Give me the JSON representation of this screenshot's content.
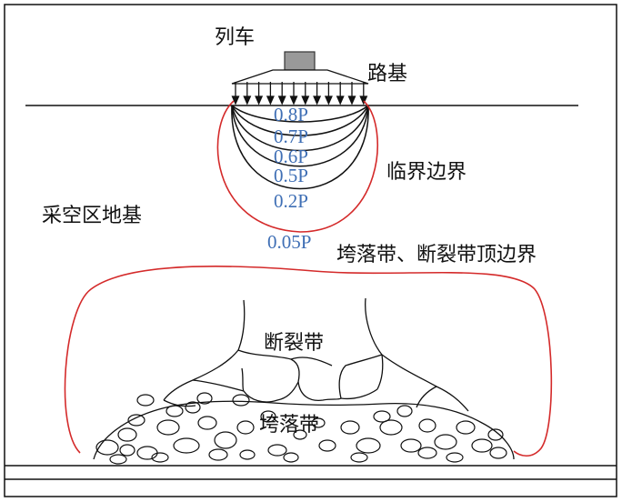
{
  "labels": {
    "train": "列车",
    "subgrade": "路基",
    "critical_boundary": "临界边界",
    "goaf_foundation": "采空区地基",
    "collapse_fracture_top": "垮落带、断裂带顶边界",
    "fracture_zone": "断裂带",
    "collapse_zone": "垮落带"
  },
  "stress_contours": [
    "0.8P",
    "0.7P",
    "0.6P",
    "0.5P",
    "0.2P",
    "0.05P"
  ],
  "colors": {
    "boundary_red": "#d42a2a",
    "contour_label_blue": "#3f6fb5",
    "line_black": "#111111",
    "train_box": "#999999"
  }
}
